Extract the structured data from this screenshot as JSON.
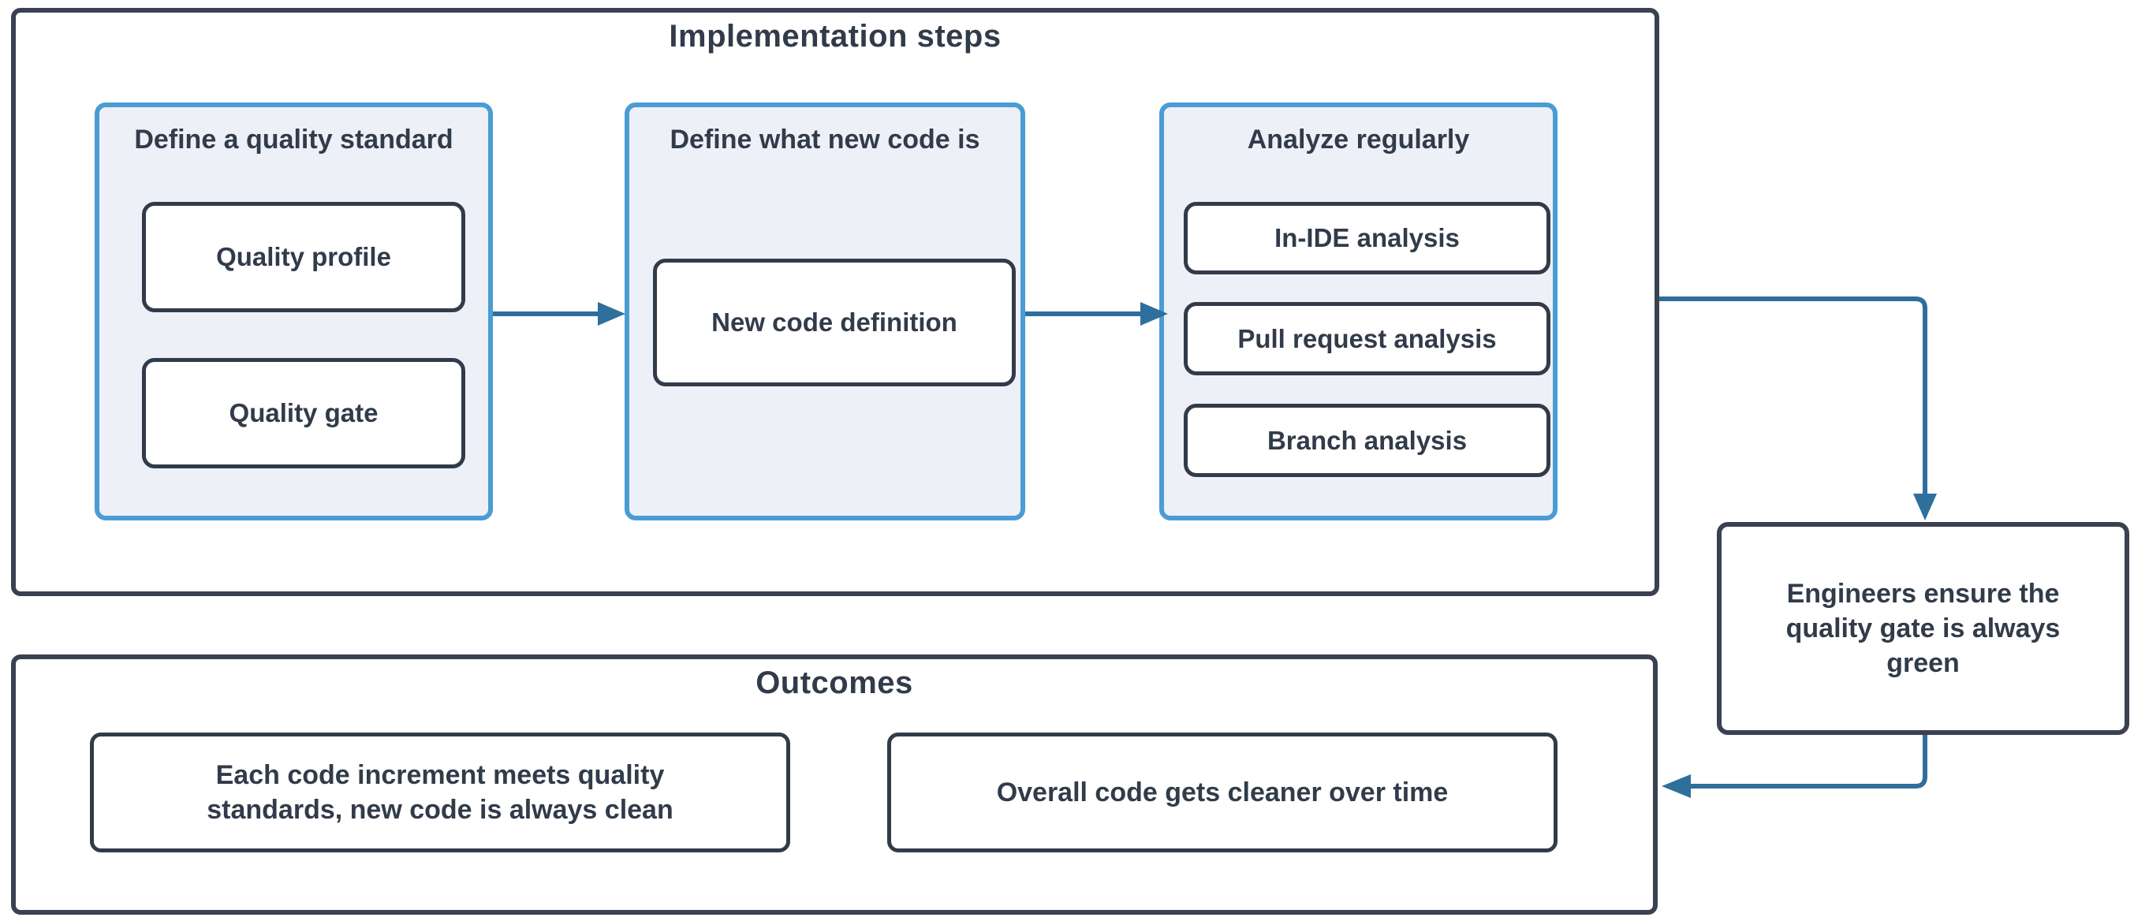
{
  "colors": {
    "dark_stroke": "#3a4150",
    "text": "#313b4a",
    "step_border": "#4a9cd4",
    "step_fill": "#eef0f8",
    "connector": "#2e6f9c"
  },
  "implementation": {
    "title": "Implementation steps",
    "steps": [
      {
        "title": "Define a quality standard",
        "items": [
          "Quality profile",
          "Quality gate"
        ]
      },
      {
        "title": "Define what new code is",
        "items": [
          "New code definition"
        ]
      },
      {
        "title": "Analyze regularly",
        "items": [
          "In-IDE analysis",
          "Pull request analysis",
          "Branch analysis"
        ]
      }
    ]
  },
  "engineers": {
    "text": "Engineers ensure the quality gate is always green"
  },
  "outcomes": {
    "title": "Outcomes",
    "items": [
      "Each code increment meets quality standards, new code is always clean",
      "Overall code gets cleaner over time"
    ]
  }
}
